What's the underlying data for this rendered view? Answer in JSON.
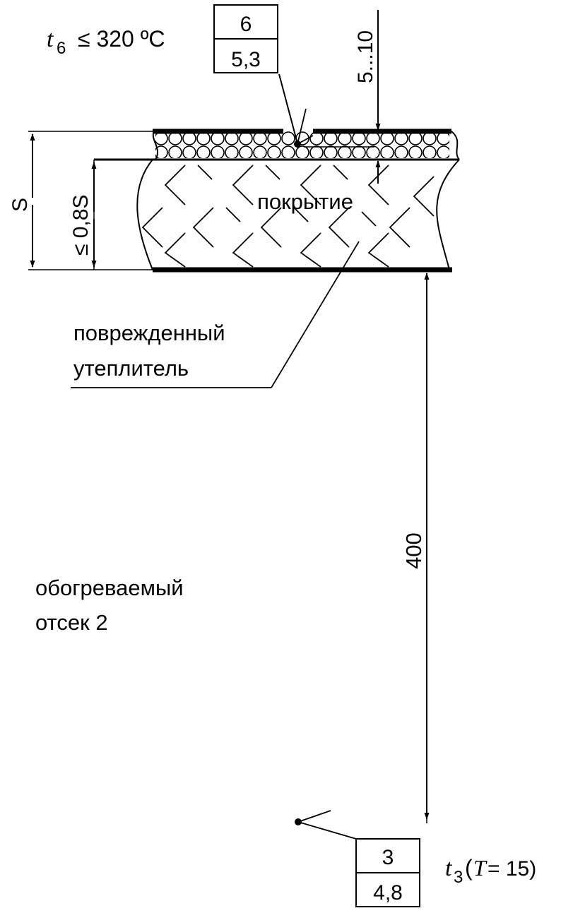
{
  "labels": {
    "t6_var": "t",
    "t6_sub": "6",
    "t6_cond": "≤ 320 ºC",
    "box_top_num": "6",
    "box_top_den": "5,3",
    "dim_gap": "5...10",
    "dim_s": "S",
    "dim_08s": "≤ 0,8S",
    "coating": "покрытие",
    "damaged_line1": "поврежденный",
    "damaged_line2": "утеплитель",
    "dim_400": "400",
    "compartment_line1": "обогреваемый",
    "compartment_line2": "отсек 2",
    "box_bot_num": "3",
    "box_bot_den": "4,8",
    "t3_var": "t",
    "t3_sub": "3",
    "t3_open": "(",
    "t3_T": "T",
    "t3_eq": " = 15)"
  }
}
